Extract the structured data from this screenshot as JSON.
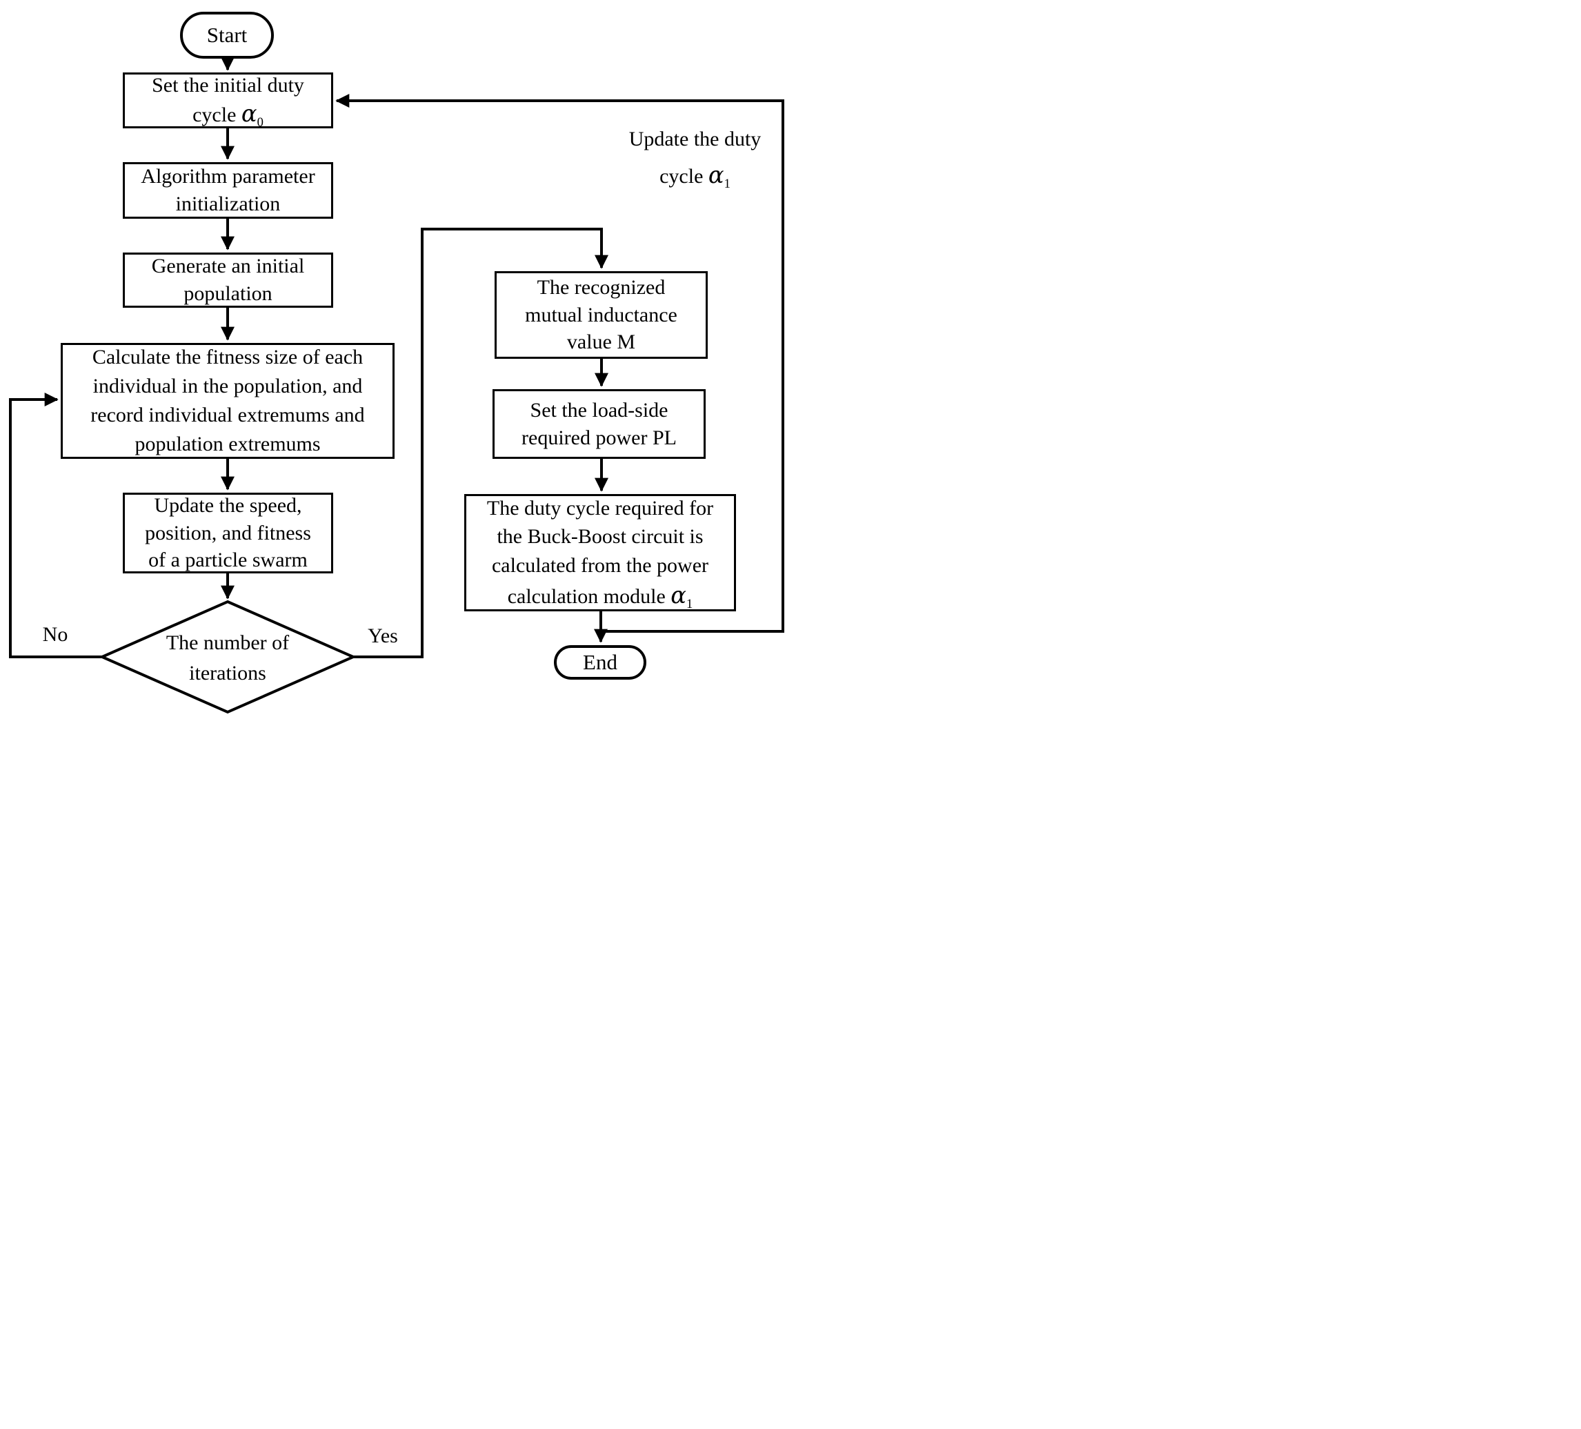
{
  "nodes": {
    "start": {
      "label": "Start"
    },
    "set_duty": {
      "line1": "Set the initial duty",
      "line2": "cycle ",
      "alpha": "α",
      "alpha_sub": "0"
    },
    "init_params": {
      "line1": "Algorithm parameter",
      "line2": "initialization"
    },
    "gen_pop": {
      "line1": "Generate an initial",
      "line2": "population"
    },
    "calc_fitness": {
      "line1": "Calculate the fitness size of each",
      "line2": "individual in the population, and",
      "line3": "record individual extremums and",
      "line4": "population extremums"
    },
    "update_swarm": {
      "line1": "Update the speed,",
      "line2": "position, and fitness",
      "line3": "of a particle swarm"
    },
    "iterations_decision": {
      "line1": "The number of",
      "line2": "iterations"
    },
    "mutual_inductance": {
      "line1": "The recognized",
      "line2": "mutual inductance",
      "line3": "value M"
    },
    "load_power": {
      "line1": "Set the load-side",
      "line2": "required power PL"
    },
    "duty_calc": {
      "line1": "The duty cycle required for",
      "line2": "the Buck-Boost circuit is",
      "line3": "calculated from the power",
      "line4": "calculation module ",
      "alpha": "α",
      "alpha_sub": "1"
    },
    "end": {
      "label": "End"
    }
  },
  "edge_labels": {
    "no": "No",
    "yes": "Yes",
    "update": {
      "line1": "Update the duty",
      "line2": "cycle ",
      "alpha": "α",
      "alpha_sub": "1"
    }
  },
  "colors": {
    "stroke": "#000000",
    "fill": "#ffffff"
  }
}
